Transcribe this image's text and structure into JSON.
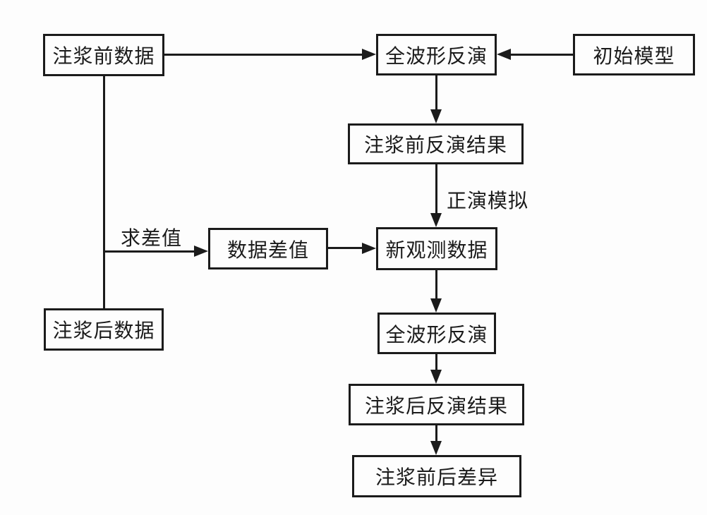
{
  "diagram": {
    "type": "flowchart",
    "language": "zh-CN",
    "colors": {
      "background": "#fdfdfd",
      "line": "#1b1b1b",
      "text": "#1b1b1b"
    },
    "nodes": {
      "pre_data": "注浆前数据",
      "fwi_top": "全波形反演",
      "init_model": "初始模型",
      "pre_result": "注浆前反演结果",
      "data_diff": "数据差值",
      "new_obs": "新观测数据",
      "post_data": "注浆后数据",
      "fwi_bottom": "全波形反演",
      "post_result": "注浆后反演结果",
      "final_diff": "注浆前后差异"
    },
    "edge_labels": {
      "calc_diff": "求差值",
      "forward_sim": "正演模拟"
    },
    "edges": [
      {
        "from": "pre_data",
        "to": "fwi_top"
      },
      {
        "from": "init_model",
        "to": "fwi_top"
      },
      {
        "from": "fwi_top",
        "to": "pre_result"
      },
      {
        "from": "pre_result",
        "to": "new_obs",
        "label": "正演模拟"
      },
      {
        "from": "pre_data",
        "to": "post_data"
      },
      {
        "from": "pre_data+post_data",
        "to": "data_diff",
        "label": "求差值"
      },
      {
        "from": "data_diff",
        "to": "new_obs"
      },
      {
        "from": "new_obs",
        "to": "fwi_bottom"
      },
      {
        "from": "fwi_bottom",
        "to": "post_result"
      },
      {
        "from": "post_result",
        "to": "final_diff"
      }
    ]
  }
}
